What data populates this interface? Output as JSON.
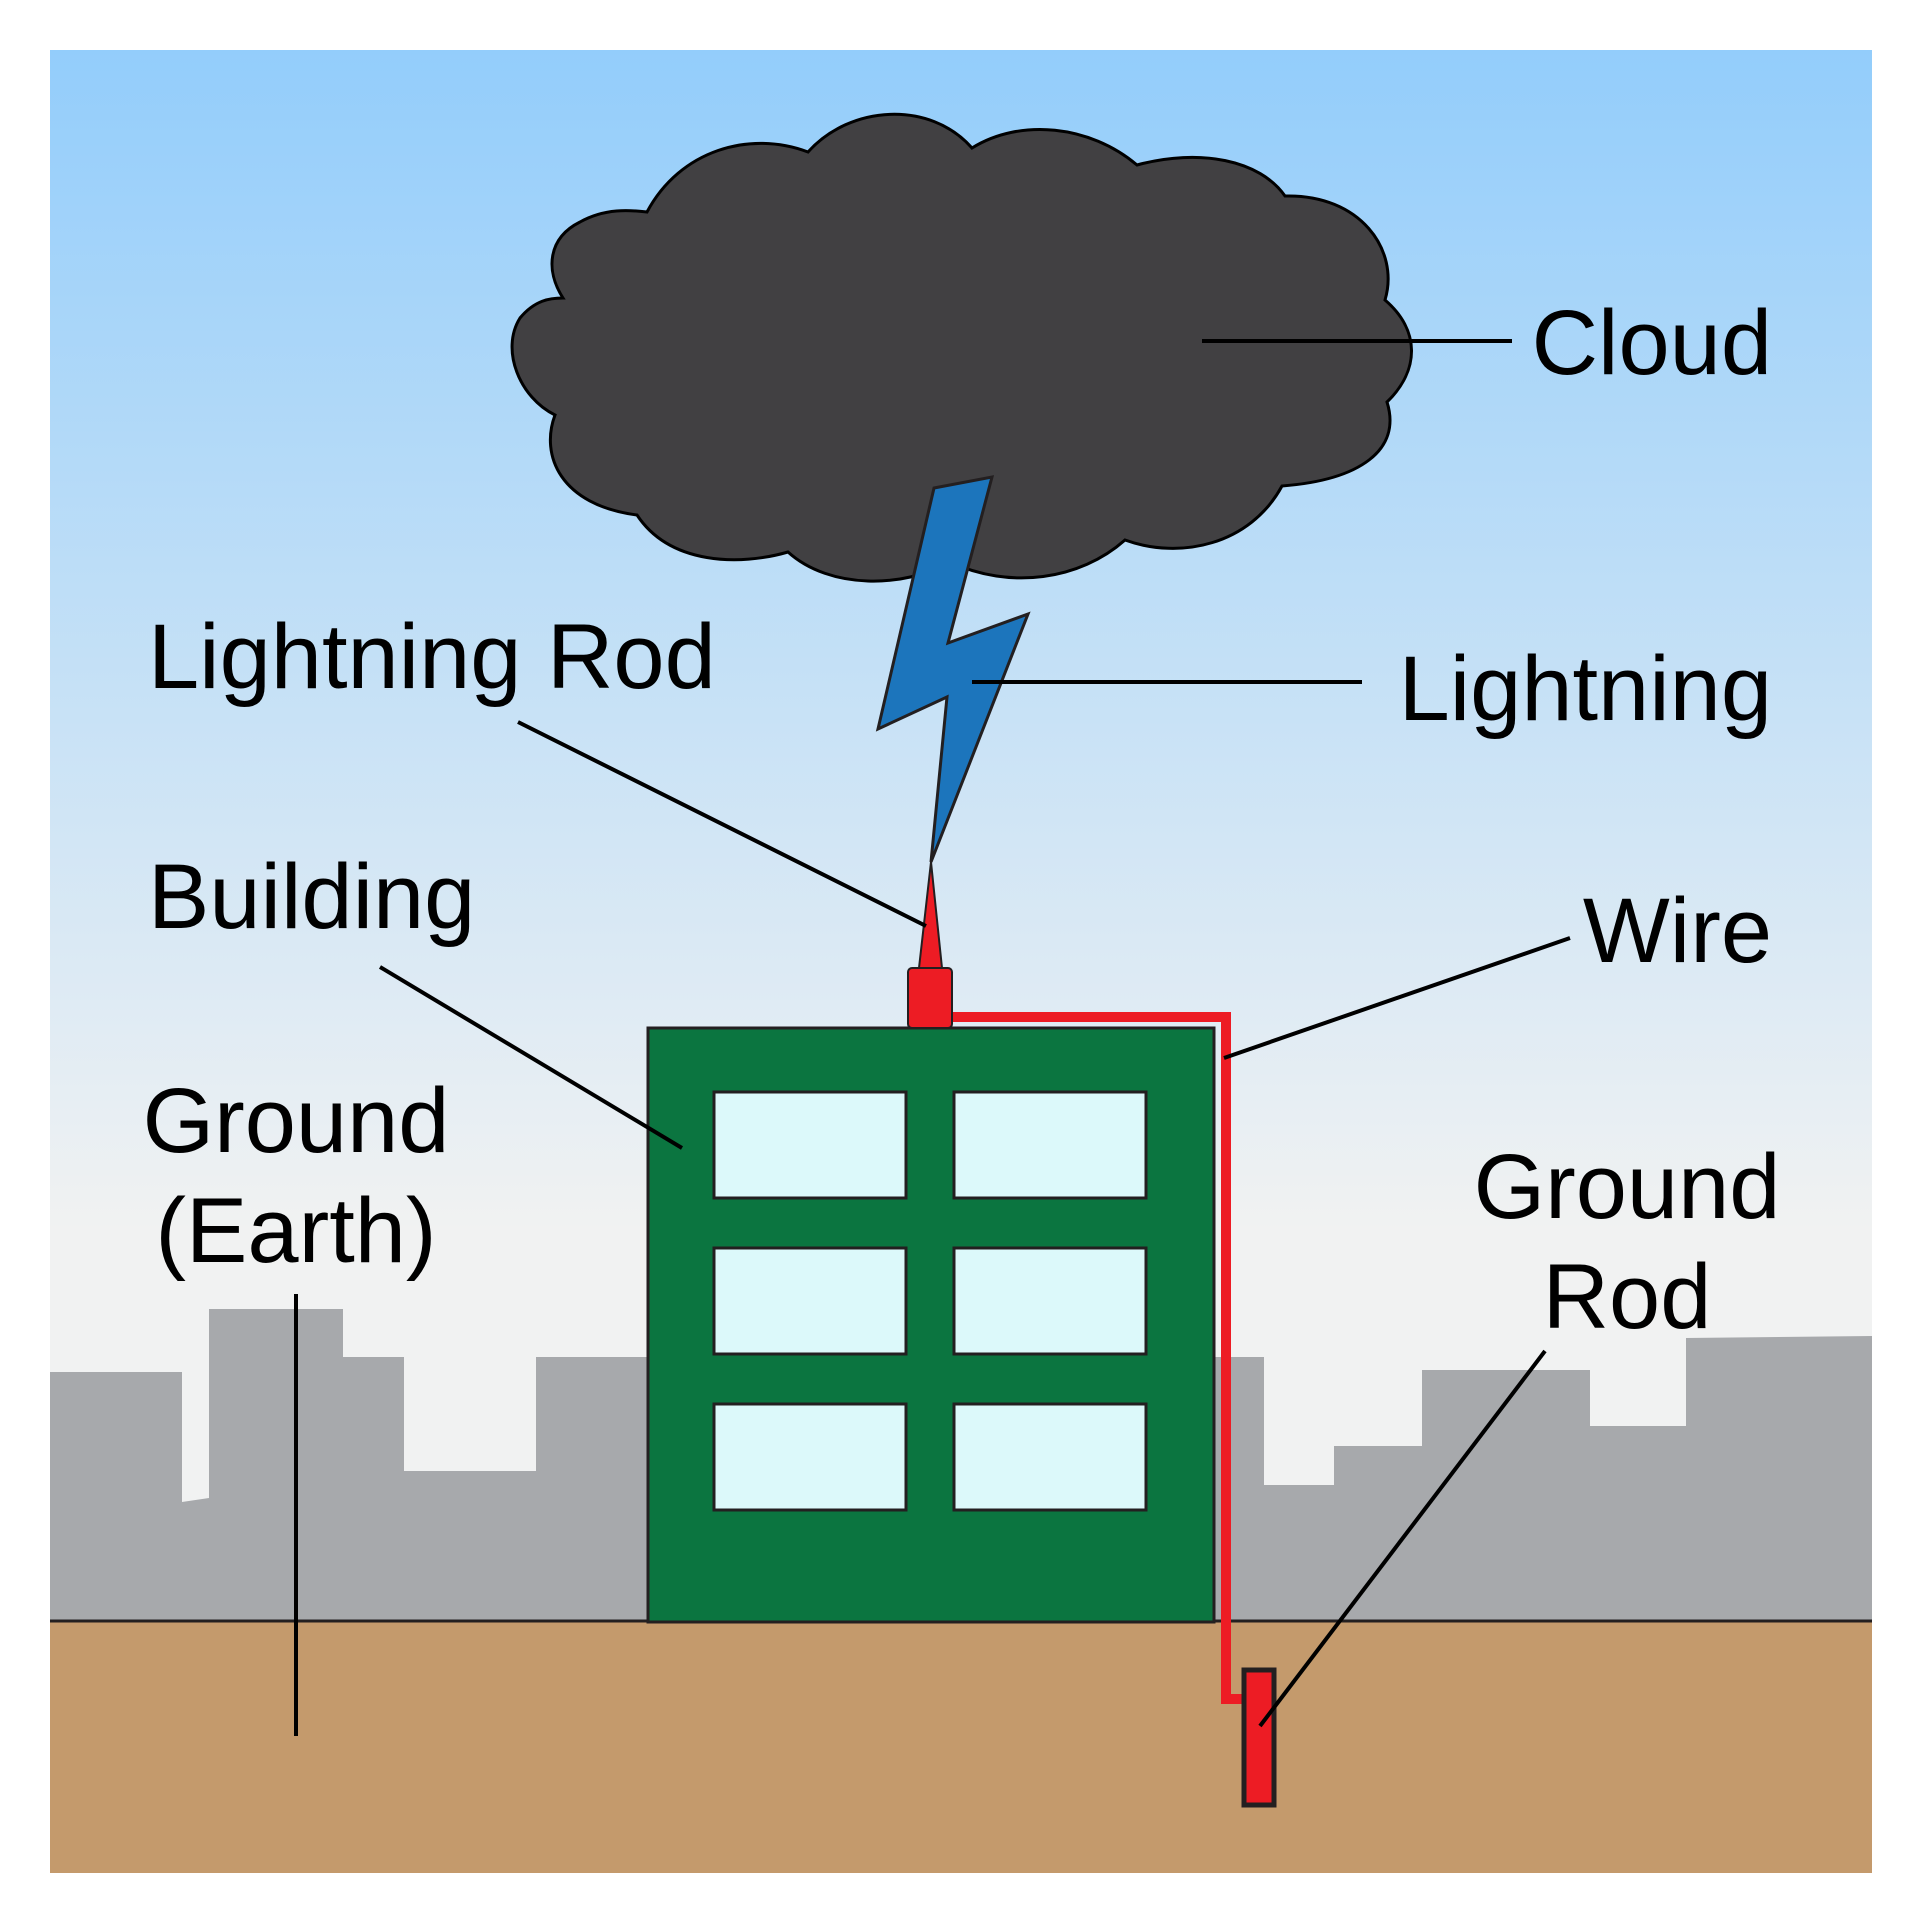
{
  "labels": {
    "cloud": "Cloud",
    "lightning": "Lightning",
    "lightning_rod": "Lightning Rod",
    "building": "Building",
    "wire": "Wire",
    "ground_earth_line1": "Ground",
    "ground_earth_line2": "(Earth)",
    "ground_rod_line1": "Ground",
    "ground_rod_line2": "Rod"
  },
  "colors": {
    "sky_top": "#93cdfb",
    "sky_bottom": "#f1f2f2",
    "skyline": "#a7a9ac",
    "ground": "#c49a6c",
    "cloud": "#414042",
    "lightning": "#1c75bc",
    "rod": "#ed1c24",
    "building": "#0b7540",
    "window": "#dcf9fa"
  }
}
